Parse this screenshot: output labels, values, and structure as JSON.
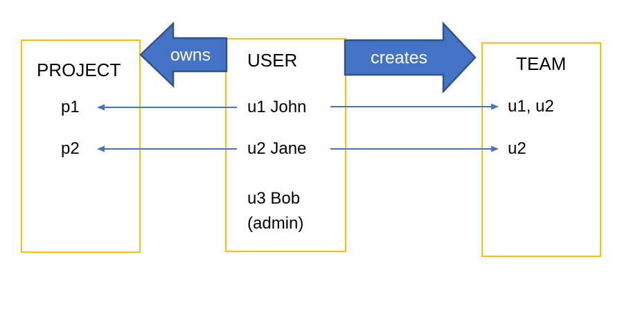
{
  "diagram": {
    "background_color": "#FFFFFF",
    "colors": {
      "box_border": "#FFC000",
      "block_arrow_fill": "#4472C4",
      "block_arrow_border": "#2F528F",
      "connector_arrow": "#4472C4",
      "text": "#000000",
      "block_arrow_label_text": "#FFFFFF"
    },
    "boxes": {
      "project": {
        "title": "PROJECT",
        "items": [
          "p1",
          "p2"
        ]
      },
      "user": {
        "title": "USER",
        "items": [
          "u1 John",
          "u2 Jane",
          "u3 Bob",
          "(admin)"
        ]
      },
      "team": {
        "title": "TEAM",
        "items": [
          "u1, u2",
          "u2"
        ]
      }
    },
    "relations": {
      "owns": {
        "label": "owns",
        "direction": "left",
        "from": "USER",
        "to": "PROJECT"
      },
      "creates": {
        "label": "creates",
        "direction": "right",
        "from": "USER",
        "to": "TEAM"
      }
    },
    "connectors": [
      {
        "from": "u1 John",
        "to": "p1",
        "direction": "left"
      },
      {
        "from": "u2 Jane",
        "to": "p2",
        "direction": "left"
      },
      {
        "from": "u1 John",
        "to": "u1, u2",
        "direction": "right"
      },
      {
        "from": "u2 Jane",
        "to": "u2",
        "direction": "right"
      }
    ]
  }
}
